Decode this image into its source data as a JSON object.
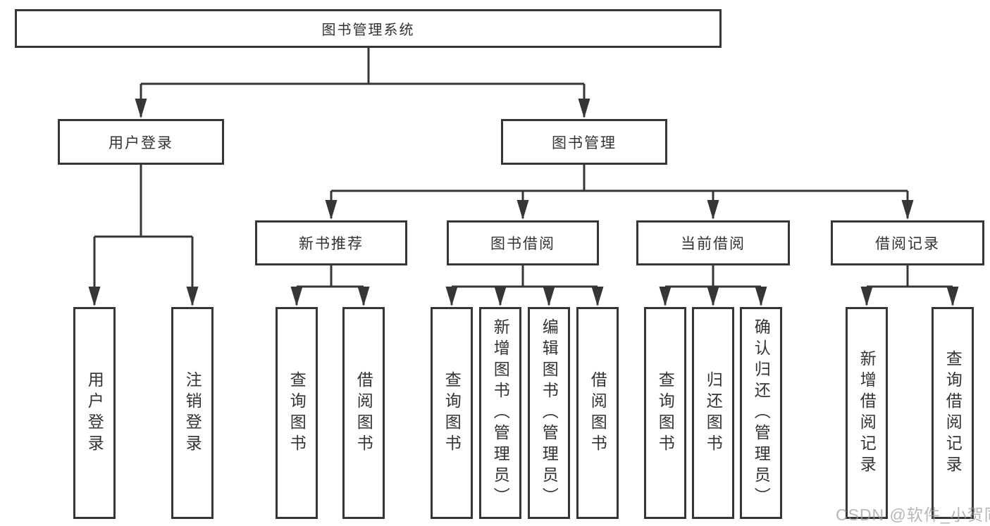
{
  "tree": {
    "root": {
      "label": "图书管理系统",
      "children": [
        {
          "label": "用户登录",
          "children": [
            {
              "label": "用户登录"
            },
            {
              "label": "注销登录"
            }
          ]
        },
        {
          "label": "图书管理",
          "children": [
            {
              "label": "新书推荐",
              "children": [
                {
                  "label": "查询图书"
                },
                {
                  "label": "借阅图书"
                }
              ]
            },
            {
              "label": "图书借阅",
              "children": [
                {
                  "label": "查询图书"
                },
                {
                  "label": "新增图书（管理员）"
                },
                {
                  "label": "编辑图书（管理员）"
                },
                {
                  "label": "借阅图书"
                }
              ]
            },
            {
              "label": "当前借阅",
              "children": [
                {
                  "label": "查询图书"
                },
                {
                  "label": "归还图书"
                },
                {
                  "label": "确认归还（管理员）"
                }
              ]
            },
            {
              "label": "借阅记录",
              "children": [
                {
                  "label": "新增借阅记录"
                },
                {
                  "label": "查询借阅记录"
                }
              ]
            }
          ]
        }
      ]
    }
  },
  "colors": {
    "line": "#363636",
    "border": "#363636",
    "text": "#333333",
    "watermark": "#989898"
  },
  "watermark": {
    "text": "CSDN @软件_小贺同学"
  }
}
